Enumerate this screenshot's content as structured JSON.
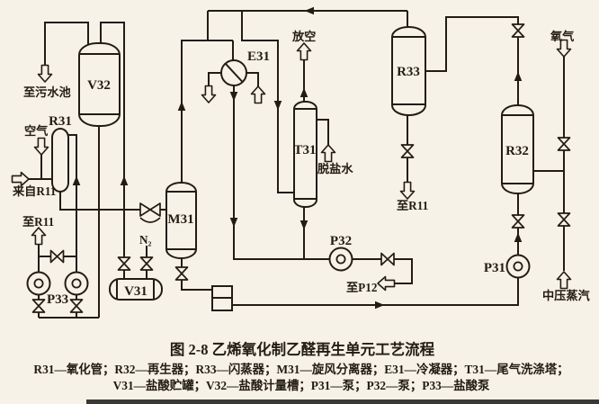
{
  "colors": {
    "ink": "#231c12",
    "paper": "#f6f2e7",
    "scan_bar": "#3a3835"
  },
  "caption": {
    "title": "图 2-8  乙烯氧化制乙醛再生单元工艺流程",
    "legend_line1": "R31—氧化管；R32—再生器；R33—闪蒸器；M31—旋风分离器；E31—冷凝器；T31—尾气洗涤塔；",
    "legend_line2": "V31—盐酸贮罐；V32—盐酸计量槽；P31—泵；P32—泵；P33—盐酸泵"
  },
  "equipment": {
    "v32": "V32",
    "r31": "R31",
    "v31": "V31",
    "m31": "M31",
    "e31": "E31",
    "t31": "T31",
    "r33": "R33",
    "r32": "R32",
    "p31": "P31",
    "p32": "P32",
    "p33": "P33"
  },
  "streams": {
    "to_sewage": "至污水池",
    "air": "空气",
    "from_r11": "来自R11",
    "to_r11": "至R11",
    "n2": "N₂",
    "vent": "放空",
    "desalted_water": "脱盐水",
    "to_r11_flash": "至R11",
    "oxygen": "氧气",
    "mp_steam": "中压蒸汽",
    "to_p12": "至P12"
  }
}
